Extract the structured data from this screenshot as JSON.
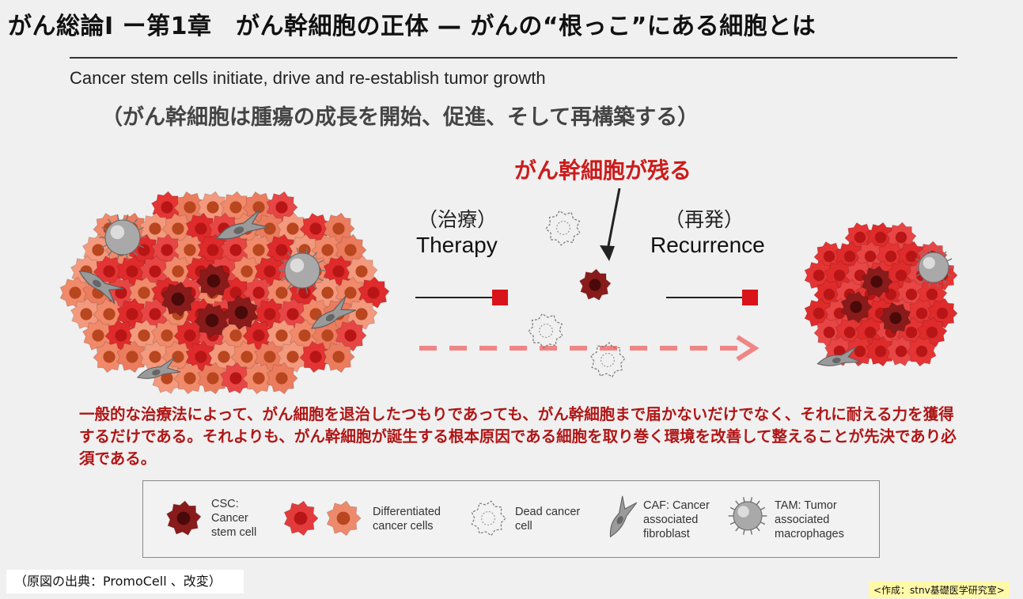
{
  "title": "がん総論Ⅰ ー第1章　がん幹細胞の正体 — がんの“根っこ”にある細胞とは",
  "subtitle_en": "Cancer stem cells initiate, drive and re-establish tumor growth",
  "subtitle_ja": "（がん幹細胞は腫瘍の成長を開始、促進、そして再構築する）",
  "remain_label": "がん幹細胞が残る",
  "therapy": {
    "ja": "（治療）",
    "en": "Therapy"
  },
  "recurrence": {
    "ja": "（再発）",
    "en": "Recurrence"
  },
  "body_text": "一般的な治療法によって、がん細胞を退治したつもりであっても、がん幹細胞まで届かないだけでなく、それに耐える力を獲得するだけである。それよりも、がん幹細胞が誕生する根本原因である細胞を取り巻く環境を改善して整えることが先決であり必須である。",
  "legend": {
    "csc": "CSC:\nCancer\nstem cell",
    "differentiated": "Differentiated\ncancer cells",
    "dead": "Dead cancer\ncell",
    "caf": "CAF: Cancer\nassociated\nfibroblast",
    "tam": "TAM: Tumor\nassociated\nmacrophages"
  },
  "source": "（原図の出典：PromoCell 、改変）",
  "credit": "<作成：stnv基礎医学研究室>",
  "colors": {
    "accent_red": "#cc1c1c",
    "csc": "#8a1b1b",
    "differentiated_red": "#e33b3b",
    "differentiated_salmon": "#ee8a6c",
    "dashed_arrow": "#f08585",
    "body_text": "#b01515"
  }
}
